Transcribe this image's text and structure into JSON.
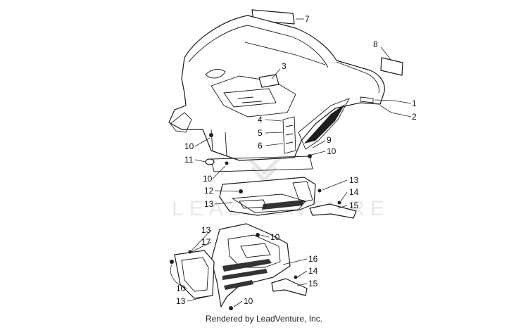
{
  "callouts": [
    {
      "id": "c1",
      "label": "1"
    },
    {
      "id": "c2",
      "label": "2"
    },
    {
      "id": "c3",
      "label": "3"
    },
    {
      "id": "c4",
      "label": "4"
    },
    {
      "id": "c5",
      "label": "5"
    },
    {
      "id": "c6",
      "label": "6"
    },
    {
      "id": "c7",
      "label": "7"
    },
    {
      "id": "c8",
      "label": "8"
    },
    {
      "id": "c9",
      "label": "9"
    },
    {
      "id": "c10a",
      "label": "10"
    },
    {
      "id": "c10b",
      "label": "10"
    },
    {
      "id": "c10c",
      "label": "10"
    },
    {
      "id": "c10d",
      "label": "10"
    },
    {
      "id": "c10e",
      "label": "10"
    },
    {
      "id": "c10f",
      "label": "10"
    },
    {
      "id": "c11",
      "label": "11"
    },
    {
      "id": "c12",
      "label": "12"
    },
    {
      "id": "c13a",
      "label": "13"
    },
    {
      "id": "c13b",
      "label": "13"
    },
    {
      "id": "c13c",
      "label": "13"
    },
    {
      "id": "c13d",
      "label": "13"
    },
    {
      "id": "c14a",
      "label": "14"
    },
    {
      "id": "c14b",
      "label": "14"
    },
    {
      "id": "c15a",
      "label": "15"
    },
    {
      "id": "c15b",
      "label": "15"
    },
    {
      "id": "c16",
      "label": "16"
    },
    {
      "id": "c17",
      "label": "17"
    }
  ],
  "watermark": "LEADVENTURE",
  "footer": "Rendered by LeadVenture, Inc."
}
